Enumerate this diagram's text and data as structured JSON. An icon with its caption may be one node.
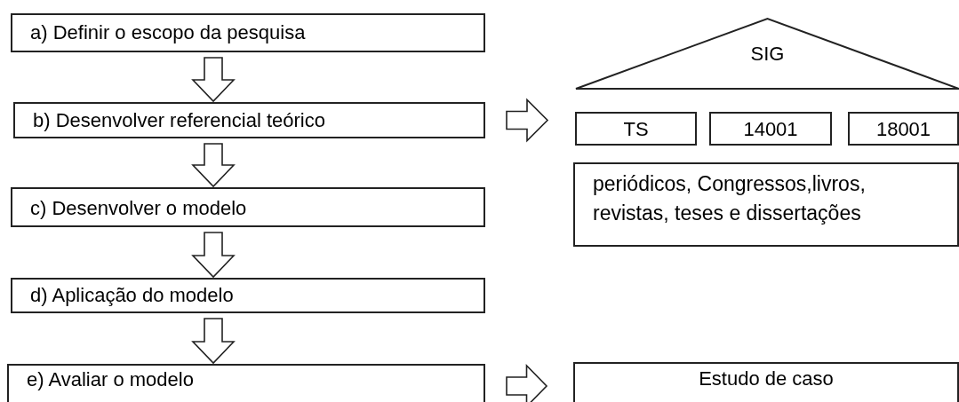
{
  "diagram": {
    "nodes": [
      {
        "text": [
          "a) Definir o escopo da pesquisa"
        ]
      },
      {
        "text": [
          "b) Desenvolver referencial teórico"
        ]
      },
      {
        "text": [
          "SIG"
        ]
      },
      {
        "text": [
          "TS"
        ]
      },
      {
        "text": [
          "14001"
        ]
      },
      {
        "text": [
          "18001"
        ]
      },
      {
        "text": [
          "periódicos, Congressos,livros, revistas, teses e dissertações"
        ]
      },
      {
        "text": [
          "c) Desenvolver o modelo"
        ]
      },
      {
        "text": [
          "d) Aplicação do modelo"
        ]
      },
      {
        "text": [
          "e) Avaliar o modelo"
        ]
      },
      {
        "text": [
          "Estudo de caso"
        ]
      }
    ],
    "edges": [
      {
        "from": 0,
        "to": 1,
        "arrow": "to"
      },
      {
        "from": 1,
        "to": 7,
        "arrow": "to"
      },
      {
        "from": 7,
        "to": 8,
        "arrow": "to"
      },
      {
        "from": 8,
        "to": 9,
        "arrow": "to"
      },
      {
        "from": 1,
        "to": 3,
        "arrow": "to"
      },
      {
        "from": 9,
        "to": 10,
        "arrow": "to"
      }
    ]
  }
}
